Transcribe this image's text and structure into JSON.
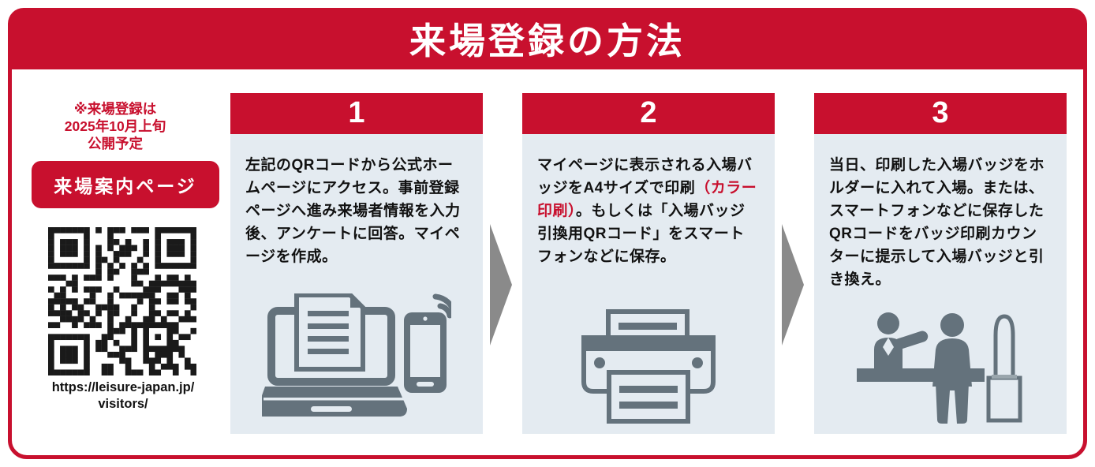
{
  "header": {
    "title": "来場登録の方法"
  },
  "colors": {
    "brand_red": "#c8102e",
    "panel_blue": "#e4ebf1",
    "icon_gray": "#64727c",
    "arrow_gray": "#8a8a8a"
  },
  "sidebar": {
    "notice_lines": [
      "※来場登録は",
      "2025年10月上旬",
      "公開予定"
    ],
    "button_label": "来場案内ページ",
    "url_lines": [
      "https://leisure-japan.jp/",
      "visitors/"
    ]
  },
  "steps": [
    {
      "number": "1",
      "icon": "laptop-smartphone-icon",
      "body": "左記のQRコードから公式ホームページにアクセス。事前登録ページへ進み来場者情報を入力後、アンケートに回答。マイページを作成。"
    },
    {
      "number": "2",
      "icon": "printer-icon",
      "body_pre": "マイページに表示される入場バッジをA4サイズで印刷",
      "body_red": "（カラー印刷）",
      "body_post": "。もしくは「入場バッジ引換用QRコード」をスマートフォンなどに保存。"
    },
    {
      "number": "3",
      "icon": "reception-counter-icon",
      "body": "当日、印刷した入場バッジをホルダーに入れて入場。または、スマートフォンなどに保存したQRコードをバッジ印刷カウンターに提示して入場バッジと引き換え。"
    }
  ]
}
